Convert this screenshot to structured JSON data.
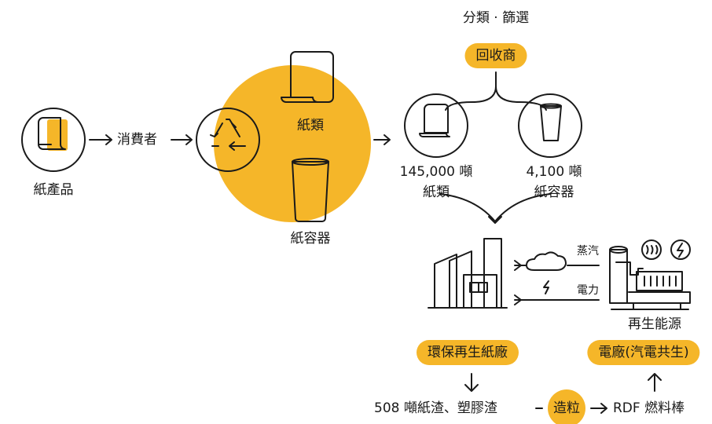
{
  "labels": {
    "paper_products": "紙產品",
    "consumer": "消費者",
    "paper_in_circle": "紙類",
    "paper_container": "紙容器",
    "sorting": "分類 · 篩選",
    "recycler": "回收商",
    "paper_tonnage": "145,000 噸",
    "paper_tonnage_label": "紙類",
    "container_tonnage": "4,100 噸",
    "container_tonnage_label": "紙容器",
    "steam": "蒸汽",
    "electricity": "電力",
    "renewable_energy": "再生能源",
    "paper_mill": "環保再生紙廠",
    "power_plant": "電廠(汽電共生)",
    "residue": "508 噸紙渣、塑膠渣",
    "pelletizing": "造粒",
    "rdf": "RDF 燃料棒"
  },
  "colors": {
    "accent": "#F5B629",
    "light_accent": "#FBDC92",
    "ink": "#1a1a1a"
  }
}
